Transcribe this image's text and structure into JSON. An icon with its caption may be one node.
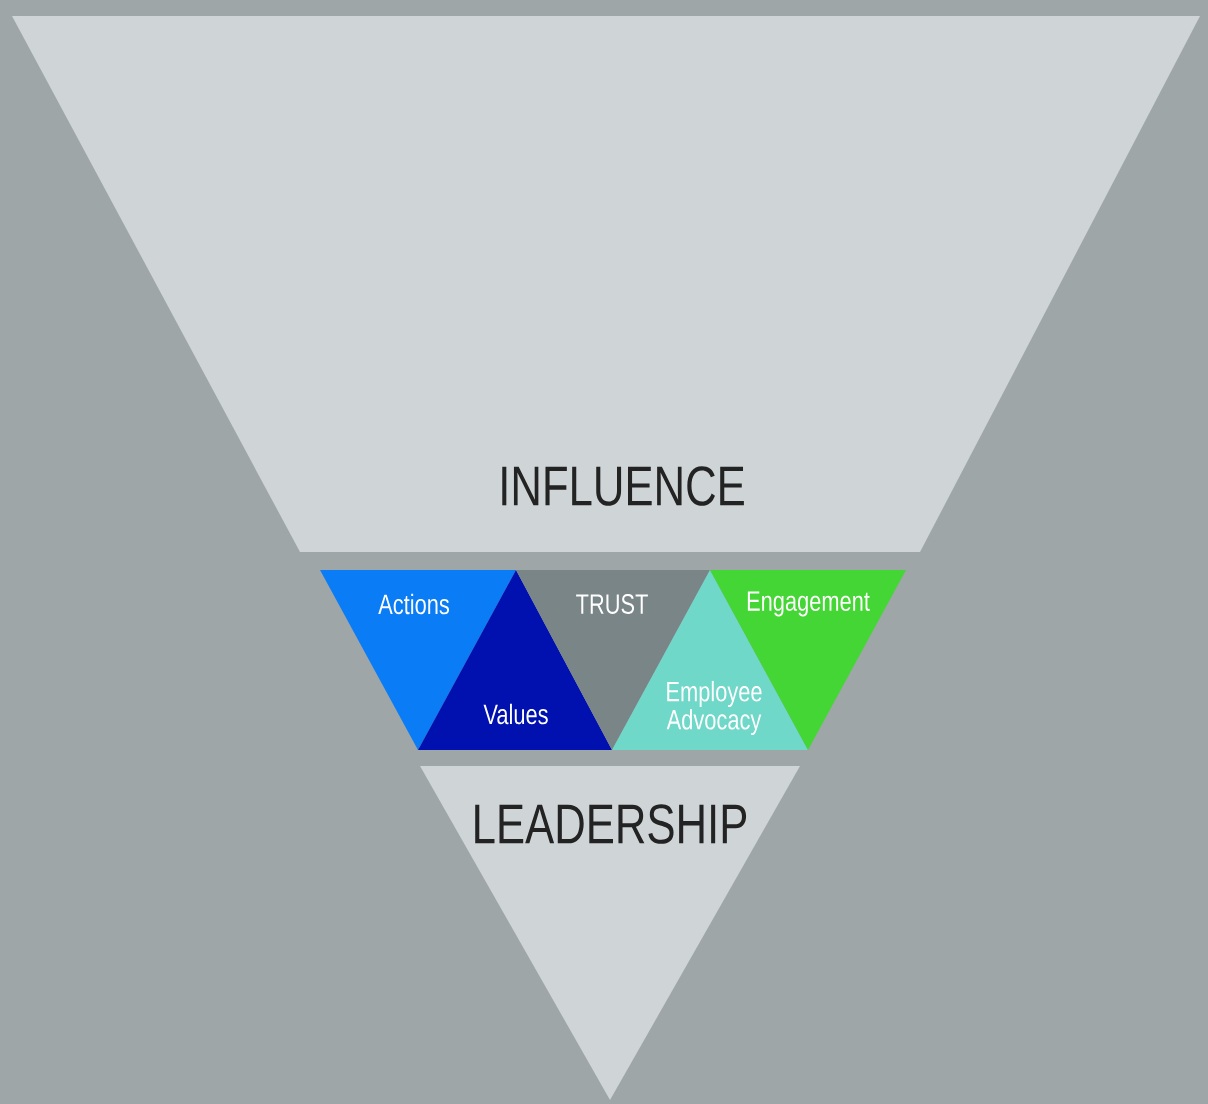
{
  "diagram": {
    "nodes": [
      {
        "text": [
          "INFLUENCE"
        ]
      },
      {
        "text": [
          "Actions"
        ]
      },
      {
        "text": [
          "Values"
        ]
      },
      {
        "text": [
          "TRUST"
        ]
      },
      {
        "text": [
          "Employee Advocacy"
        ]
      },
      {
        "text": [
          "Engagement"
        ]
      },
      {
        "text": [
          "LEADERSHIP"
        ]
      }
    ]
  }
}
